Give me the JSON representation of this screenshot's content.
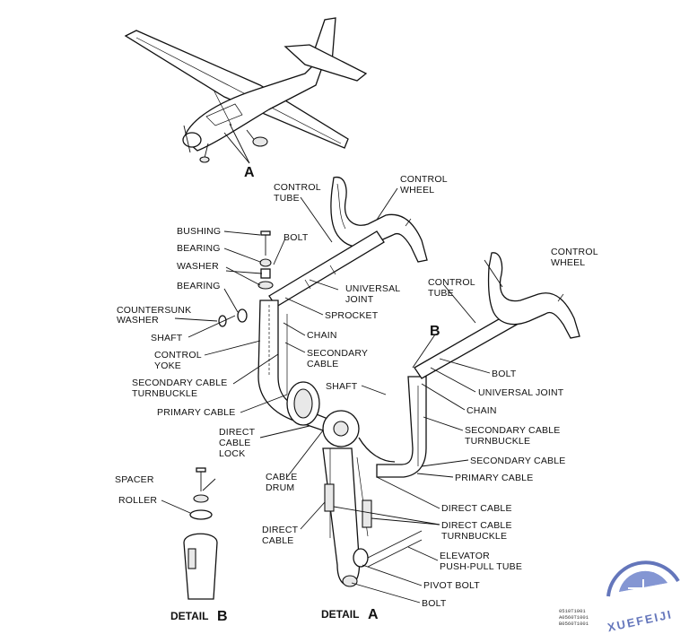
{
  "callouts": {
    "view_a": "A",
    "view_b": "B",
    "detail_a_word": "DETAIL",
    "detail_a_letter": "A",
    "detail_b_word": "DETAIL",
    "detail_b_letter": "B"
  },
  "labels_left": {
    "control_tube_1": "CONTROL",
    "control_tube_2": "TUBE",
    "control_wheel_1": "CONTROL",
    "control_wheel_2": "WHEEL",
    "bushing": "BUSHING",
    "bearing_top": "BEARING",
    "bolt_top": "BOLT",
    "washer": "WASHER",
    "universal_joint_1": "UNIVERSAL",
    "universal_joint_2": "JOINT",
    "bearing": "BEARING",
    "sprocket": "SPROCKET",
    "countersunk_1": "COUNTERSUNK",
    "countersunk_2": "WASHER",
    "shaft": "SHAFT",
    "chain": "CHAIN",
    "control_yoke_1": "CONTROL",
    "control_yoke_2": "YOKE",
    "secondary_cable_1": "SECONDARY",
    "secondary_cable_2": "CABLE",
    "sec_turnbuckle_1": "SECONDARY CABLE",
    "sec_turnbuckle_2": "TURNBUCKLE",
    "primary_cable": "PRIMARY CABLE",
    "direct_cable_lock_1": "DIRECT",
    "direct_cable_lock_2": "CABLE",
    "direct_cable_lock_3": "LOCK",
    "cable_drum_1": "CABLE",
    "cable_drum_2": "DRUM",
    "direct_cable_1": "DIRECT",
    "direct_cable_2": "CABLE",
    "spacer": "SPACER",
    "roller": "ROLLER"
  },
  "labels_right": {
    "control_wheel_1": "CONTROL",
    "control_wheel_2": "WHEEL",
    "control_tube_1": "CONTROL",
    "control_tube_2": "TUBE",
    "bolt": "BOLT",
    "universal_joint": "UNIVERSAL JOINT",
    "shaft": "SHAFT",
    "chain": "CHAIN",
    "sec_turnbuckle_1": "SECONDARY CABLE",
    "sec_turnbuckle_2": "TURNBUCKLE",
    "secondary_cable": "SECONDARY CABLE",
    "primary_cable": "PRIMARY CABLE",
    "direct_cable": "DIRECT CABLE",
    "direct_turnbuckle_1": "DIRECT CABLE",
    "direct_turnbuckle_2": "TURNBUCKLE",
    "elevator_1": "ELEVATOR",
    "elevator_2": "PUSH-PULL TUBE",
    "pivot_bolt": "PIVOT BOLT",
    "bolt_bottom": "BOLT"
  },
  "refs": [
    "0510T1001",
    "A0560T1001",
    "B0560T1001"
  ],
  "watermark": {
    "text": "XUEFEIJI",
    "color": "#4a5fb0"
  }
}
